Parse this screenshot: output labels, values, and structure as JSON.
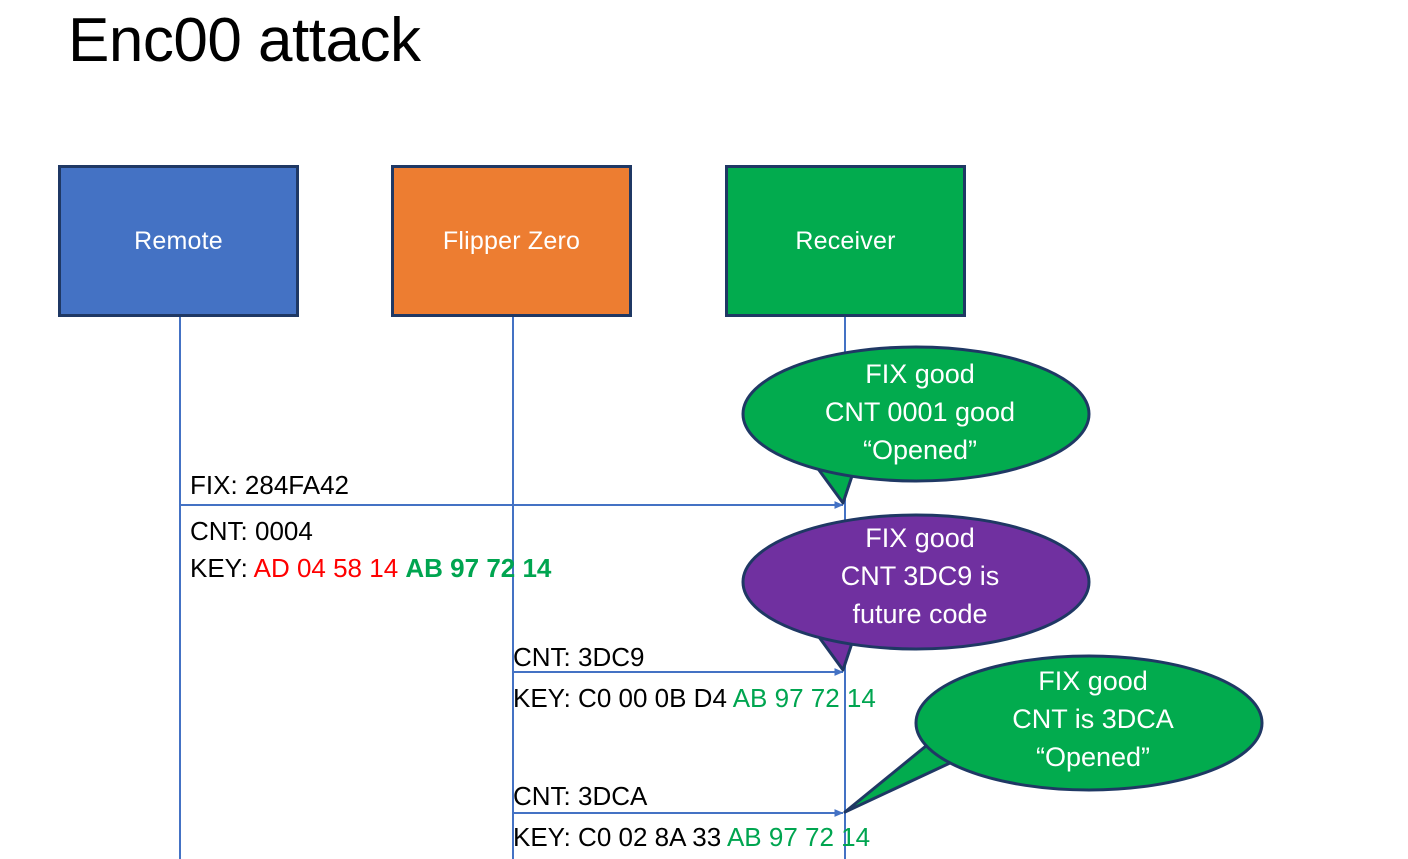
{
  "slide": {
    "title": "Enc00 attack",
    "background": "#FFFFFF"
  },
  "colors": {
    "remote_fill": "#4472C4",
    "flipper_fill": "#ED7D31",
    "receiver_fill": "#02AB4E",
    "box_border": "#1F3864",
    "bubble_green": "#02AB4E",
    "bubble_purple": "#7030A0",
    "bubble_outline": "#1F3864",
    "lifeline": "#4472C4",
    "arrow": "#4472C4",
    "key_red": "#FF0000",
    "key_green": "#00A550",
    "text_black": "#000000"
  },
  "actors": [
    {
      "id": "remote",
      "label": "Remote",
      "fill": "#4472C4"
    },
    {
      "id": "flipper",
      "label": "Flipper Zero",
      "fill": "#ED7D31"
    },
    {
      "id": "receiver",
      "label": "Receiver",
      "fill": "#02AB4E"
    }
  ],
  "messages": [
    {
      "id": "msg1",
      "from": "remote",
      "to": "receiver",
      "fix_line": "FIX: 284FA42",
      "cnt_line": "CNT: 0004",
      "key_prefix": "KEY: ",
      "key_part_red": "AD 04 58 14",
      "key_part_green": "AB 97 72 14"
    },
    {
      "id": "msg2",
      "from": "flipper",
      "to": "receiver",
      "cnt_line": "CNT: 3DC9",
      "key_prefix": "KEY: C0 00 0B D4 ",
      "key_part_green": "AB 97 72 14"
    },
    {
      "id": "msg3",
      "from": "flipper",
      "to": "receiver",
      "cnt_line": "CNT: 3DCA",
      "key_prefix": "KEY: C0 02 8A 33 ",
      "key_part_green": "AB 97 72 14"
    }
  ],
  "callouts": [
    {
      "id": "bubble1",
      "color": "#02AB4E",
      "line1": "FIX good",
      "line2": "CNT 0001 good",
      "line3": "“Opened”"
    },
    {
      "id": "bubble2",
      "color": "#7030A0",
      "line1": "FIX good",
      "line2": "CNT 3DC9 is",
      "line3": "future code"
    },
    {
      "id": "bubble3",
      "color": "#02AB4E",
      "line1": "FIX good",
      "line2": "CNT is 3DCA",
      "line3": "“Opened”"
    }
  ]
}
